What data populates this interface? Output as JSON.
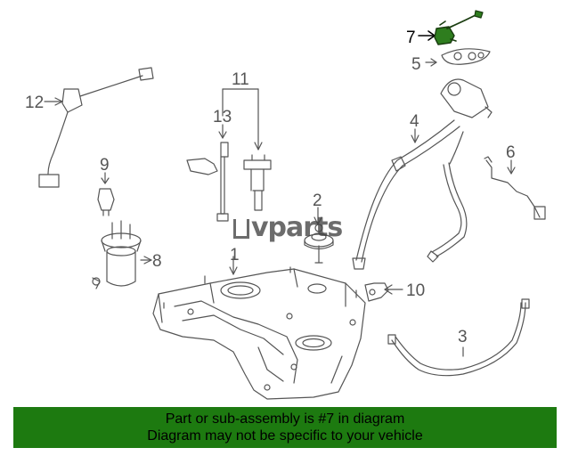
{
  "callouts": {
    "n1": "1",
    "n2": "2",
    "n3": "3",
    "n4": "4",
    "n5": "5",
    "n6": "6",
    "n7": "7",
    "n8": "8",
    "n9": "9",
    "n10": "10",
    "n11": "11",
    "n12": "12",
    "n13": "13"
  },
  "highlight_part": "7",
  "highlight_color": "#2e7d1e",
  "watermark": "vparts",
  "footer": {
    "line1": "Part or sub-assembly is #7 in diagram",
    "line2": "Diagram may not be specific to your vehicle",
    "background": "#1d7a10"
  }
}
